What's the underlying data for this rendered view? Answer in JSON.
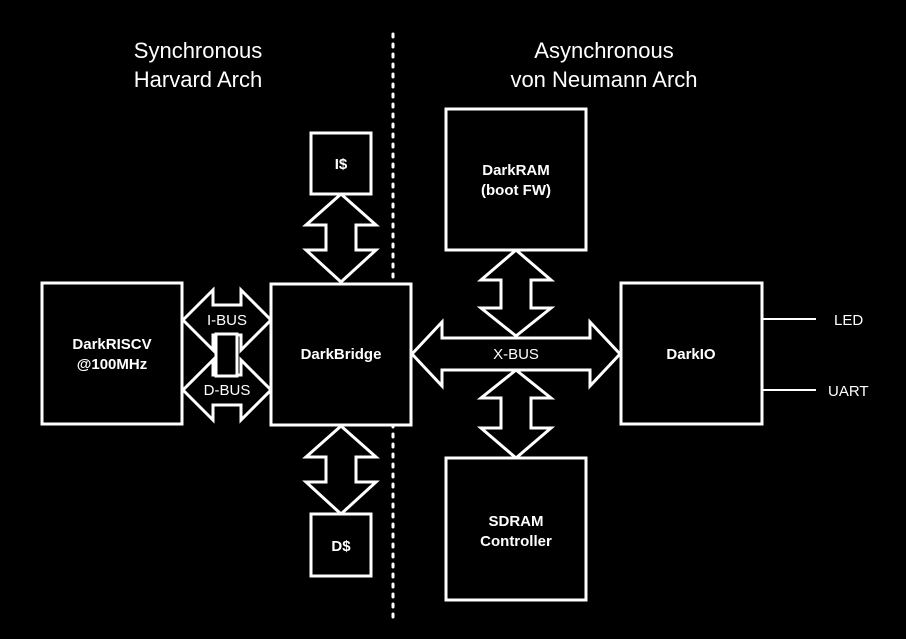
{
  "headings": {
    "left_line1": "Synchronous",
    "left_line2": "Harvard Arch",
    "right_line1": "Asynchronous",
    "right_line2": "von Neumann Arch"
  },
  "blocks": {
    "cpu_line1": "DarkRISCV",
    "cpu_line2": "@100MHz",
    "bridge": "DarkBridge",
    "icache": "I$",
    "dcache": "D$",
    "ram_line1": "DarkRAM",
    "ram_line2": "(boot FW)",
    "sdram_line1": "SDRAM",
    "sdram_line2": "Controller",
    "io": "DarkIO"
  },
  "buses": {
    "ibus": "I-BUS",
    "dbus": "D-BUS",
    "xbus": "X-BUS"
  },
  "outputs": {
    "led": "LED",
    "uart": "UART"
  }
}
